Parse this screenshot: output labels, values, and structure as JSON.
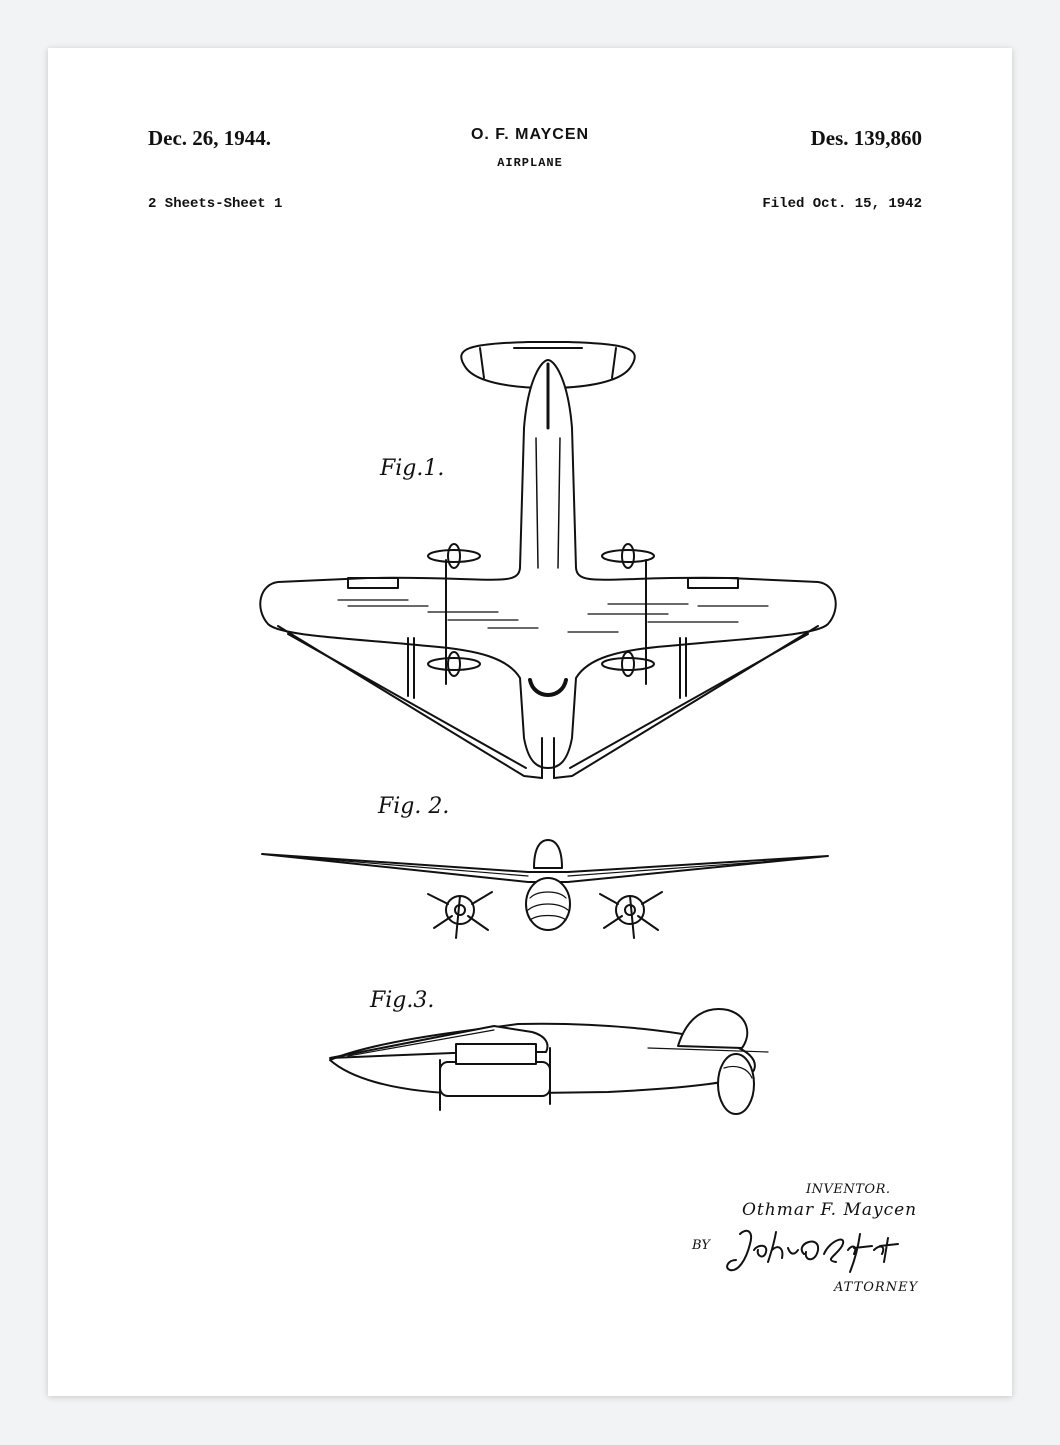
{
  "header": {
    "date": "Dec. 26, 1944.",
    "inventor_short": "O. F. MAYCEN",
    "title": "AIRPLANE",
    "patent_number": "Des. 139,860",
    "sheets": "2 Sheets-Sheet 1",
    "filed": "Filed Oct. 15, 1942"
  },
  "figures": [
    {
      "label": "Fig.1."
    },
    {
      "label": "Fig. 2."
    },
    {
      "label": "Fig.3."
    }
  ],
  "signature_block": {
    "inventor_label": "INVENTOR.",
    "inventor_name": "Othmar F. Maycen",
    "by": "BY",
    "attorney_signature": "John O Seifert",
    "attorney_label": "ATTORNEY"
  },
  "colors": {
    "background": "#f1f3f4",
    "paper": "#ffffff",
    "ink": "#111111"
  }
}
